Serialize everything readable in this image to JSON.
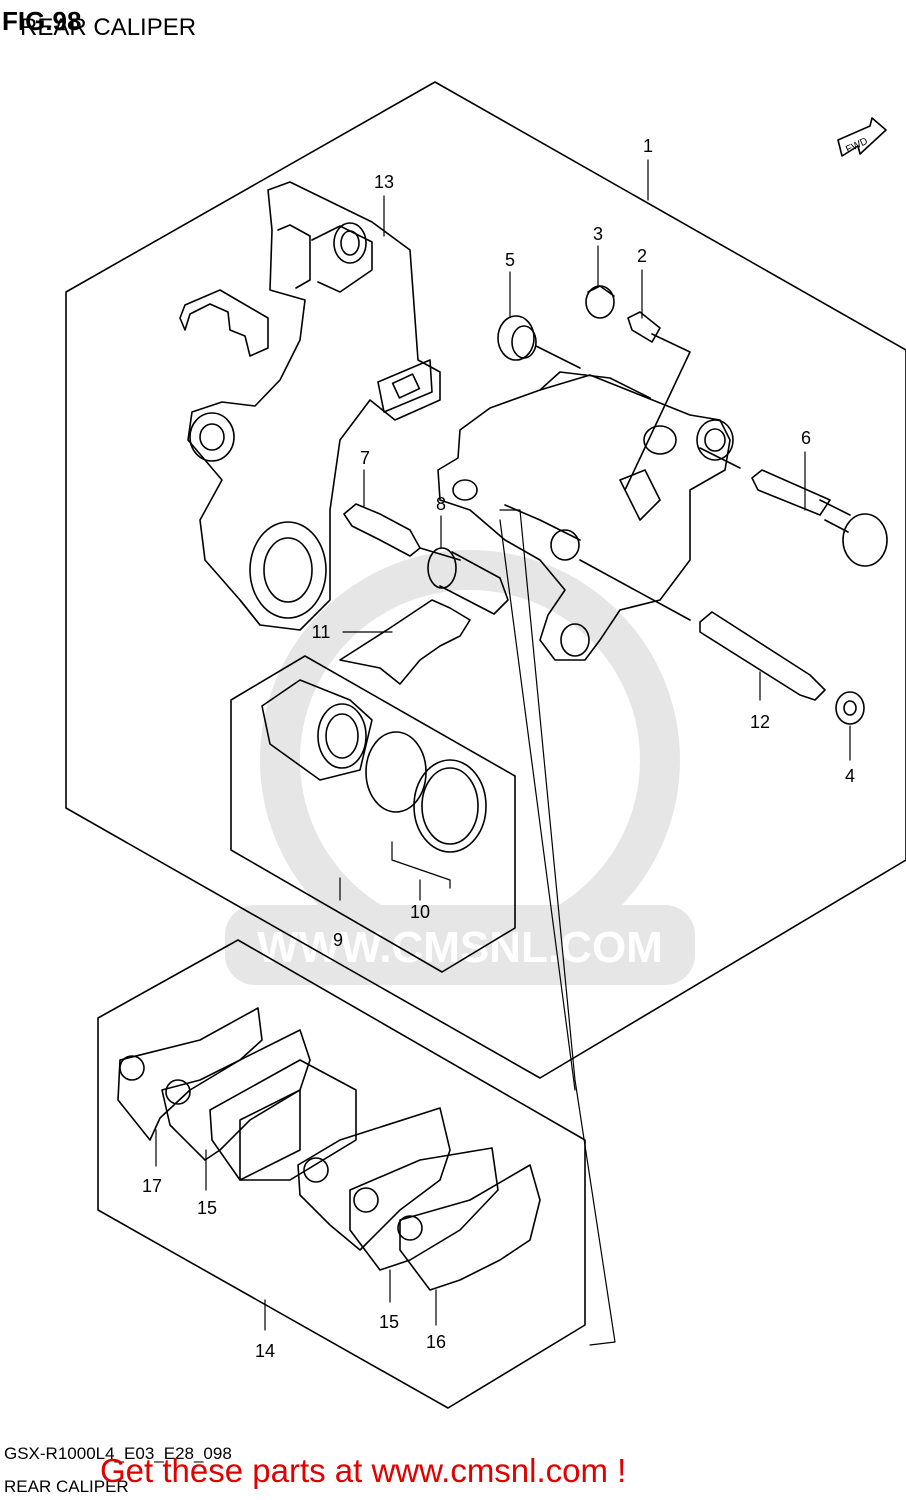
{
  "header": {
    "fig": "FIG.98",
    "title": "REAR CALIPER"
  },
  "watermark": "WWW.CMSNL.COM",
  "fwd_label": "FWD",
  "parts": [
    {
      "ref": "1"
    },
    {
      "ref": "2"
    },
    {
      "ref": "3"
    },
    {
      "ref": "4"
    },
    {
      "ref": "5"
    },
    {
      "ref": "6"
    },
    {
      "ref": "7"
    },
    {
      "ref": "8"
    },
    {
      "ref": "9"
    },
    {
      "ref": "10"
    },
    {
      "ref": "11"
    },
    {
      "ref": "12"
    },
    {
      "ref": "13"
    },
    {
      "ref": "14"
    },
    {
      "ref": "15"
    },
    {
      "ref": "15"
    },
    {
      "ref": "16"
    },
    {
      "ref": "17"
    }
  ],
  "footer": {
    "code": "GSX-R1000L4_E03_E28_098",
    "name": "REAR CALIPER",
    "link": "Get these parts at www.cmsnl.com !"
  },
  "colors": {
    "line": "#000000",
    "watermark": "#e3e3e3",
    "link": "#e00000"
  }
}
